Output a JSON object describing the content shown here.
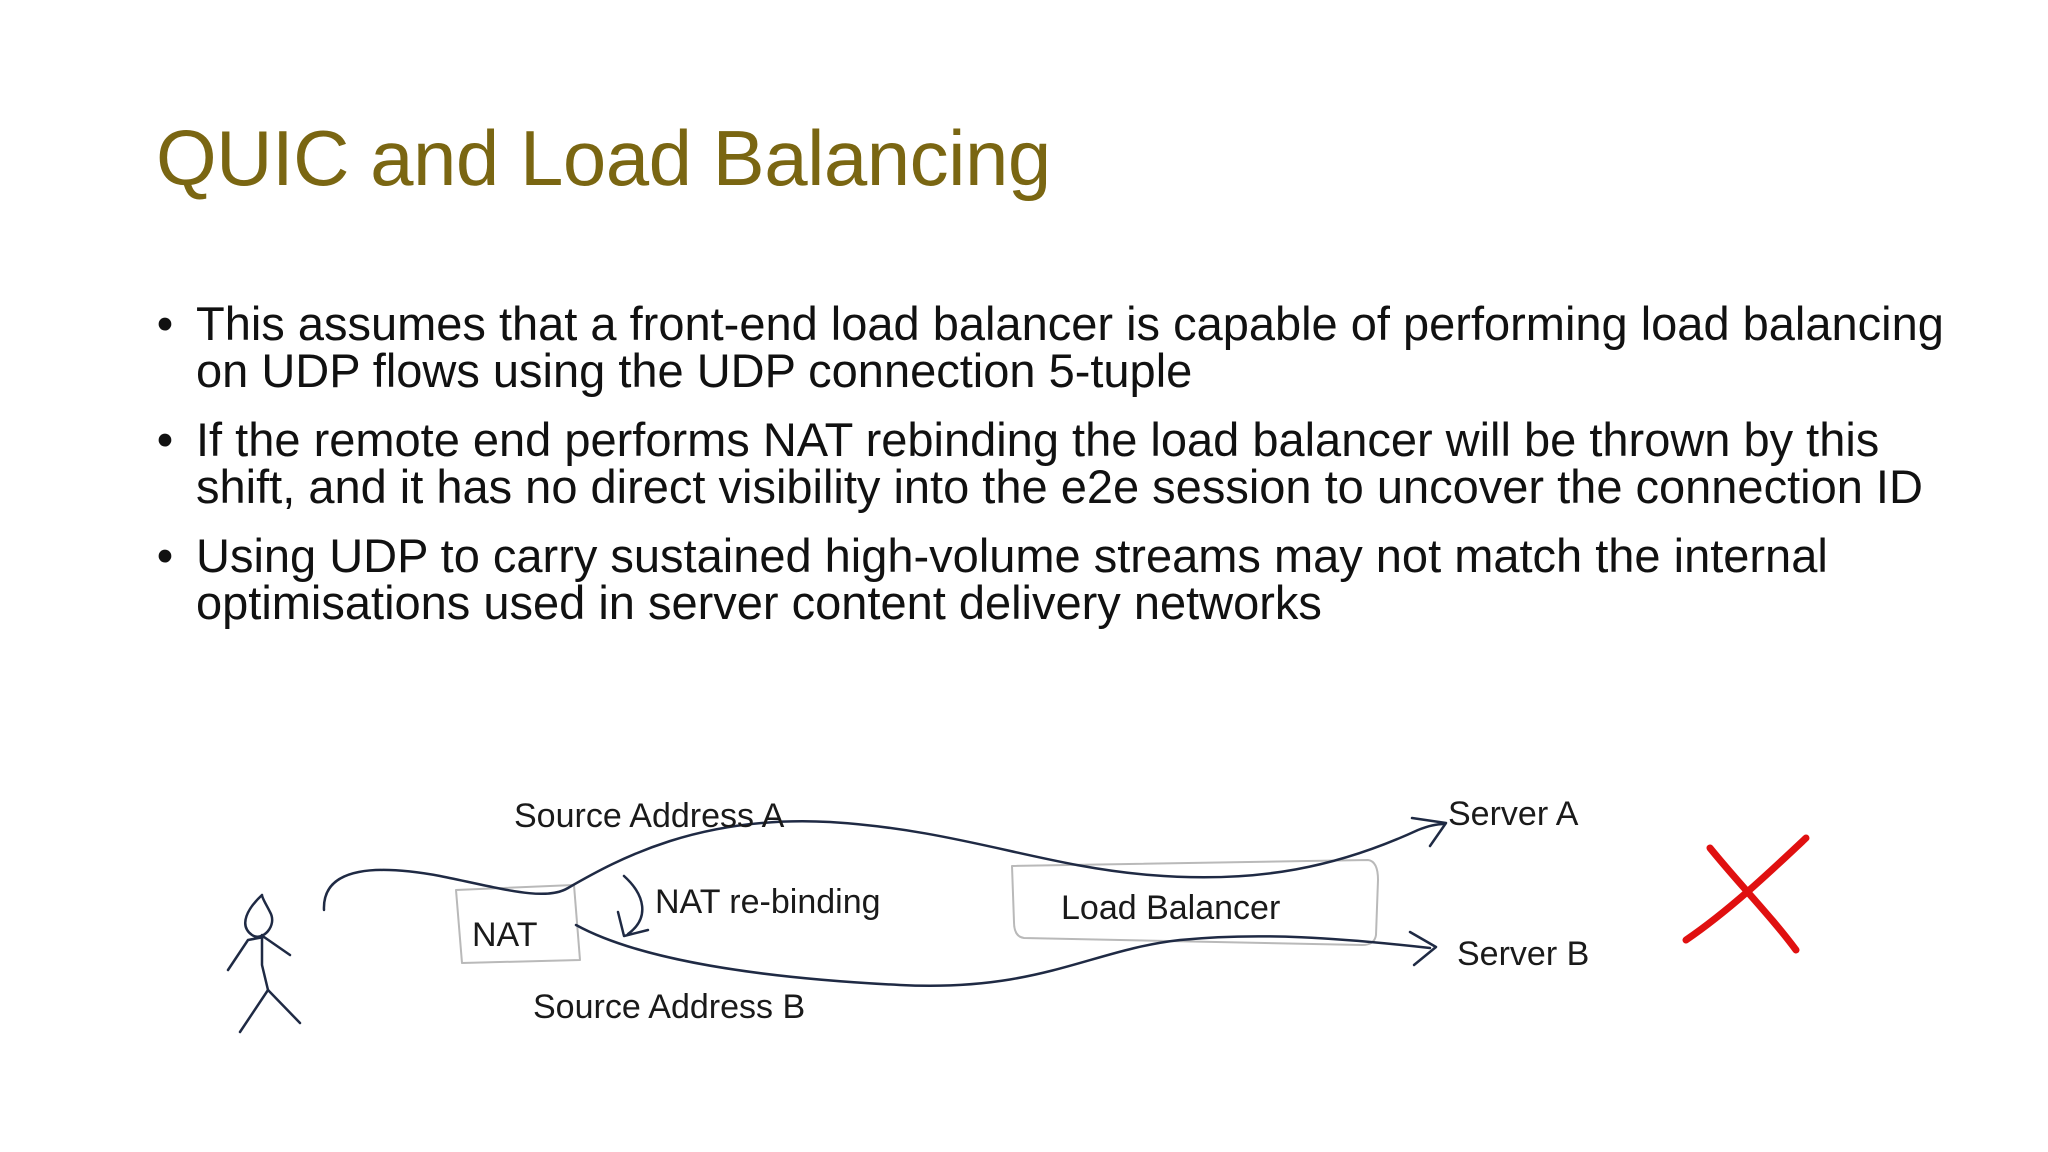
{
  "slide": {
    "title": "QUIC and Load Balancing",
    "title_color": "#7a6612",
    "bullets": [
      "This assumes that a  front-end load balancer is capable of performing load balancing on UDP flows using the UDP connection 5-tuple",
      "If the remote end performs NAT rebinding the load balancer will be thrown by this shift, and it has no direct visibility into the e2e session to uncover the connection ID",
      "Using UDP to carry sustained high-volume streams may not match the internal optimisations used in server content delivery networks"
    ],
    "bullet_glyph": "•"
  },
  "diagram": {
    "labels": {
      "source_a": "Source Address A",
      "source_b": "Source Address B",
      "nat": "NAT",
      "nat_rebinding": "NAT re-binding",
      "load_balancer": "Load Balancer",
      "server_a": "Server A",
      "server_b": "Server B"
    },
    "icons": {
      "user": "stick-figure-icon",
      "cross": "red-cross-icon"
    },
    "colors": {
      "ink": "#1f2a44",
      "box": "#b9b9b9",
      "cross": "#e01010"
    }
  }
}
